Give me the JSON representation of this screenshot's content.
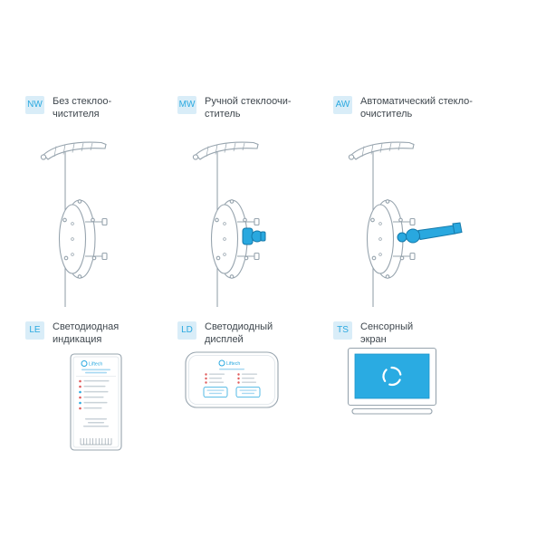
{
  "brand": "Liftech",
  "colors": {
    "accent": "#2aa9e0",
    "badge_bg": "#d9edf8",
    "line_gray": "#97a4ae",
    "text": "#3f474e",
    "wiper_blue": "#29a8df",
    "wiper_dark": "#1479aa",
    "screen_blue": "#2aabe2",
    "dot_red": "#e05c5c"
  },
  "rows": [
    {
      "items": [
        {
          "code": "NW",
          "label": "Без стеклоо-\nчистителя",
          "illustration": "sensor-without-wiper"
        },
        {
          "code": "MW",
          "label": "Ручной стеклоочи-\nститель",
          "illustration": "sensor-manual-wiper"
        },
        {
          "code": "AW",
          "label": "Автоматический стекло-\nочиститель",
          "illustration": "sensor-automatic-wiper"
        }
      ]
    },
    {
      "items": [
        {
          "code": "LE",
          "label": "Светодиодная\nиндикация",
          "illustration": "led-indication-unit"
        },
        {
          "code": "LD",
          "label": "Светодиодный\nдисплей",
          "illustration": "led-display-panel"
        },
        {
          "code": "TS",
          "label": "Сенсорный\nэкран",
          "illustration": "touch-screen"
        }
      ]
    }
  ]
}
